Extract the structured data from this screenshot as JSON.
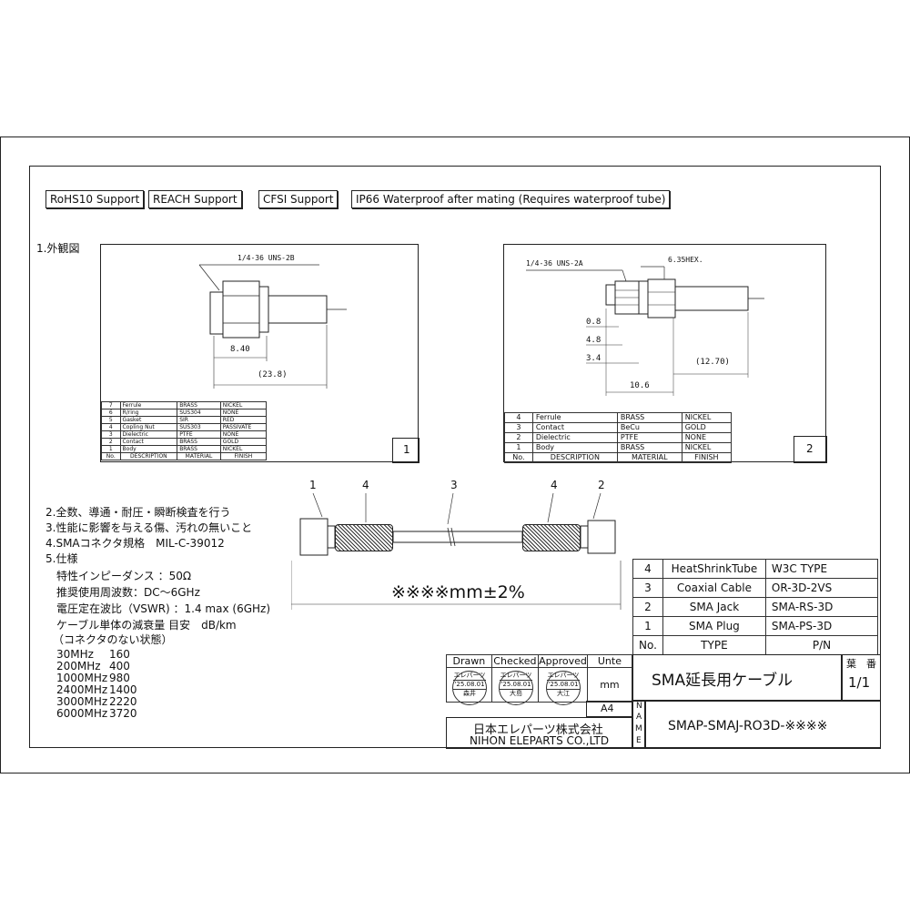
{
  "badges": [
    "RoHS10 Support",
    "REACH Support",
    "CFSI Support",
    "IP66 Waterproof after mating (Requires waterproof tube)"
  ],
  "section1": "1.外観図",
  "view1": {
    "thread": "1/4-36 UNS-2B",
    "dim_a": "8.40",
    "dim_b": "(23.8)",
    "number": "1",
    "rows": [
      [
        "7",
        "Ferrule",
        "BRASS",
        "NICKEL"
      ],
      [
        "6",
        "R/ring",
        "SUS304",
        "NONE"
      ],
      [
        "5",
        "Gasket",
        "SIR",
        "RED"
      ],
      [
        "4",
        "Copling Nut",
        "SUS303",
        "PASSIVATE"
      ],
      [
        "3",
        "Dielectric",
        "PTFE",
        "NONE"
      ],
      [
        "2",
        "Contact",
        "BRASS",
        "GOLD"
      ],
      [
        "1",
        "Body",
        "BRASS",
        "NICKEL"
      ],
      [
        "No.",
        "DESCRIPTION",
        "MATERIAL",
        "FINISH"
      ]
    ]
  },
  "view2": {
    "thread": "1/4-36 UNS-2A",
    "hex": "6.35HEX.",
    "d1": "0.8",
    "d2": "4.8",
    "d3": "3.4",
    "d4": "10.6",
    "d5": "(12.70)",
    "number": "2",
    "rows": [
      [
        "4",
        "Ferrule",
        "BRASS",
        "NICKEL"
      ],
      [
        "3",
        "Contact",
        "BeCu",
        "GOLD"
      ],
      [
        "2",
        "Dielectric",
        "PTFE",
        "NONE"
      ],
      [
        "1",
        "Body",
        "BRASS",
        "NICKEL"
      ],
      [
        "No.",
        "DESCRIPTION",
        "MATERIAL",
        "FINISH"
      ]
    ]
  },
  "assembly": {
    "callouts": [
      "1",
      "4",
      "3",
      "4",
      "2"
    ],
    "length": "※※※※mm±2%"
  },
  "specs": [
    "2.全数、導通・耐圧・瞬断検査を行う",
    "3.性能に影響を与える傷、汚れの無いこと",
    "4.SMAコネクタ規格　MIL-C-39012",
    "5.仕様",
    "特性インピーダンス ：50Ω",
    "推奨使用周波数：DC～6GHz",
    "電圧定在波比（VSWR) ：1.4 max (6GHz)",
    "ケーブル単体の減衰量 目安　dB/km",
    "（コネクタのない状態）"
  ],
  "attenuation": [
    [
      "30MHz",
      "160"
    ],
    [
      "200MHz",
      "400"
    ],
    [
      "1000MHz",
      "980"
    ],
    [
      "2400MHz",
      "1400"
    ],
    [
      "3000MHz",
      "2220"
    ],
    [
      "6000MHz",
      "3720"
    ]
  ],
  "bom": [
    [
      "4",
      "HeatShrinkTube",
      "W3C TYPE"
    ],
    [
      "3",
      "Coaxial Cable",
      "OR-3D-2VS"
    ],
    [
      "2",
      "SMA Jack",
      "SMA-RS-3D"
    ],
    [
      "1",
      "SMA Plug",
      "SMA-PS-3D"
    ],
    [
      "No.",
      "TYPE",
      "P/N"
    ]
  ],
  "title_block": {
    "drawn": "Drawn",
    "checked": "Checked",
    "approved": "Approved",
    "unit_label": "Unte",
    "unit": "mm",
    "size": "A4",
    "stamp_top": "エレパーツ",
    "stamp_date": "'25.08.01",
    "stamp_names": [
      "森井",
      "大島",
      "大江"
    ],
    "company_jp": "日本エレパーツ株式会社",
    "company_en": "NIHON ELEPARTS CO.,LTD",
    "name_letters": [
      "N",
      "A",
      "M",
      "E"
    ],
    "title": "SMA延長用ケーブル",
    "part_number": "SMAP-SMAJ-RO3D-※※※※",
    "sheet_label": "葉　番",
    "sheet": "1/1"
  }
}
